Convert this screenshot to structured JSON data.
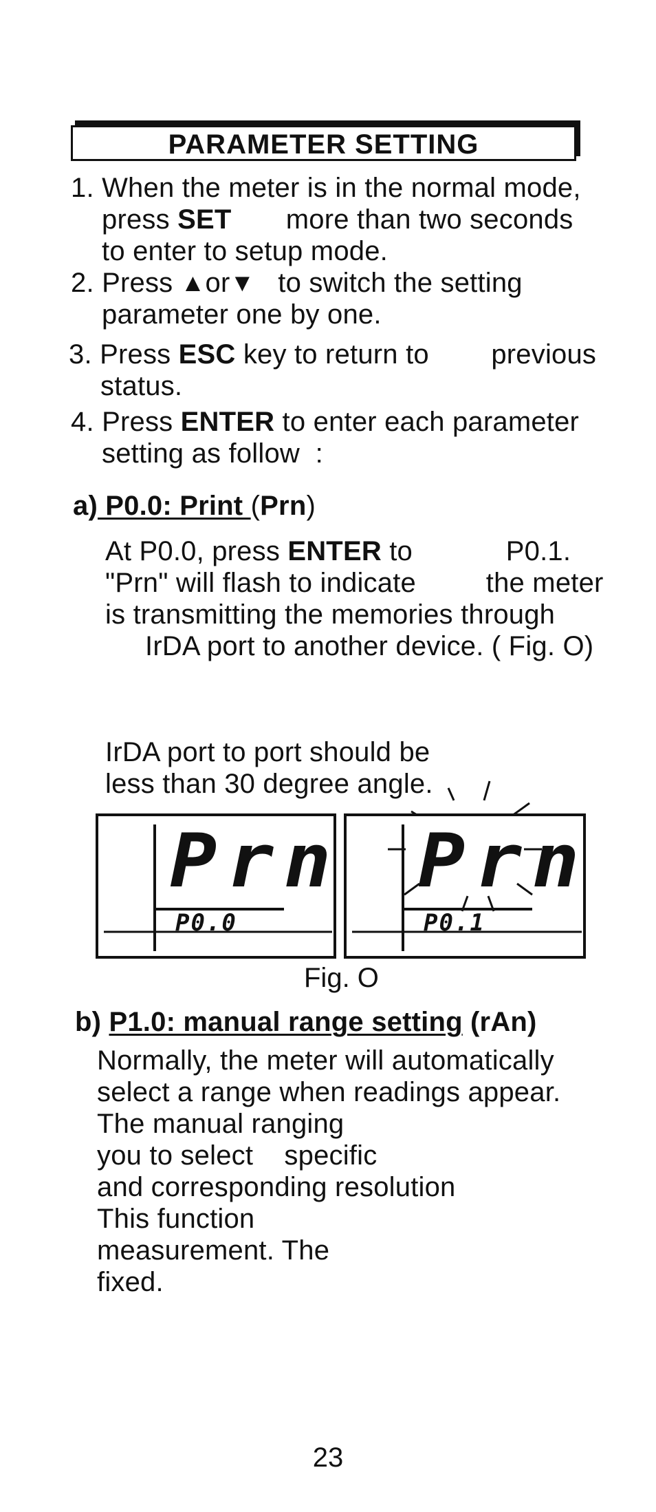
{
  "title": "PARAMETER SETTING",
  "steps": {
    "s1": {
      "n": "1.",
      "l1": "When the meter is in the normal mode,",
      "l2_pre": "press ",
      "l2_bold": "SET",
      "l2_post": "       more than two seconds",
      "l3": "to enter to setup mode."
    },
    "s2": {
      "n": "2.",
      "l1_pre": "Press ",
      "up_symbol": "▲",
      "or": "or",
      "down_symbol": "▼",
      "l1_post": "   to switch the setting",
      "l2": "parameter one by one."
    },
    "s3": {
      "n": "3.",
      "l1_pre": "Press ",
      "l1_bold": "ESC",
      "l1_post": " key to return to        previous",
      "l2": "status."
    },
    "s4": {
      "n": "4.",
      "l1_pre": "Press ",
      "l1_bold": "ENTER",
      "l1_post": " to enter each parameter",
      "l2": "setting as follow  :"
    }
  },
  "section_a": {
    "label": "a)",
    "heading": " P0.0: Print ",
    "paren_open": "(",
    "code": "Prn",
    "paren_close": ")",
    "l1_pre": "At P0.0, press ",
    "l1_bold": "ENTER",
    "l1_post": " to            P0.1.",
    "l2": "\"Prn\" will flash to indicate         the meter",
    "l3": "is transmitting the memories through",
    "l4": "IrDA port to another device. ( Fig. O)"
  },
  "note": {
    "l1": "IrDA port to port should be",
    "l2": "less than 30 degree angle."
  },
  "figure": {
    "left_main": "Prn",
    "left_sub": "P0.0",
    "right_main": "Prn",
    "right_sub": "P0.1",
    "caption": "Fig. O"
  },
  "section_b": {
    "label": "b)",
    "heading": "P1.0: manual range setting",
    "code": " (rAn)",
    "l1": "Normally, the meter will automatically",
    "l2": "select a range when readings appear.",
    "l3": "The manual ranging",
    "l4": "you to select    specific",
    "l5": "and corresponding resolution",
    "l6": "This function",
    "l7": "measurement. The",
    "l8": "fixed."
  },
  "page_number": "23"
}
